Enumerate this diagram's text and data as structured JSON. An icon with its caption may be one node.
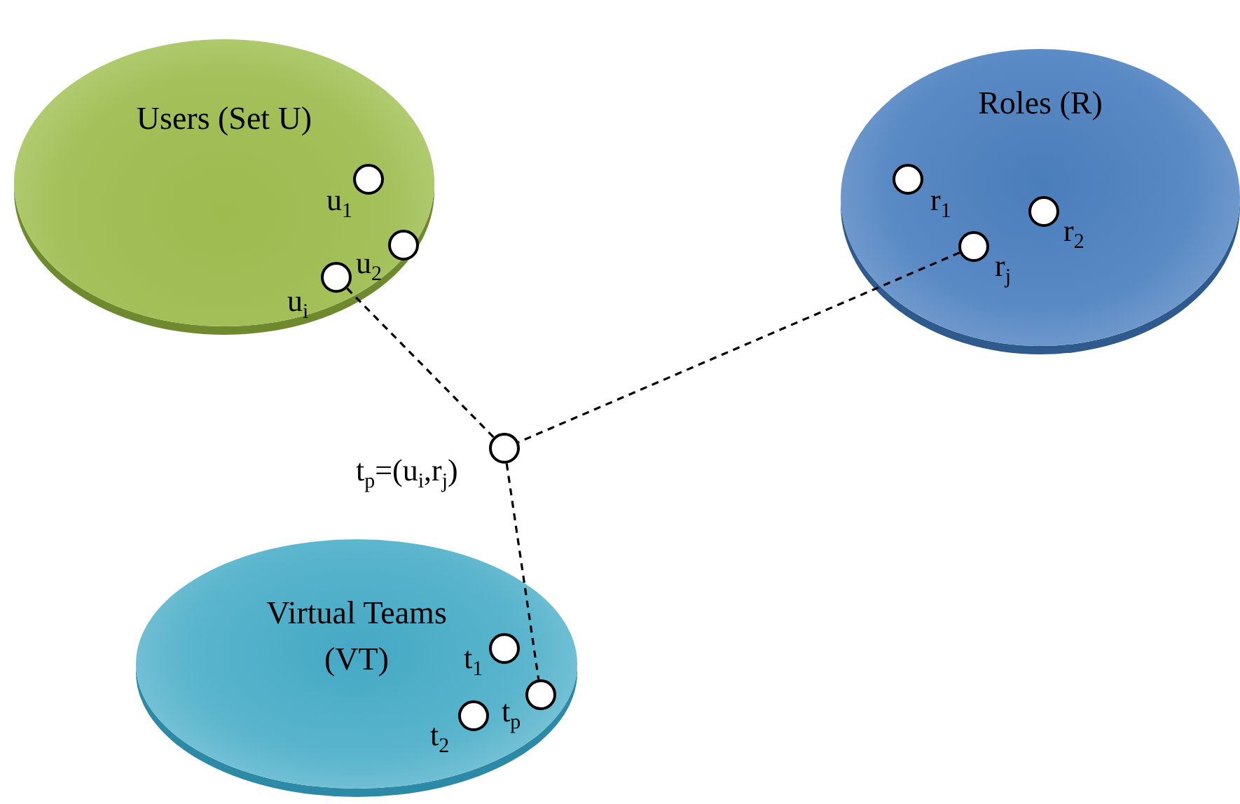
{
  "diagram": {
    "nodes": [
      {
        "text": [
          "Users (Set U)"
        ]
      },
      {
        "text": [],
        "shape": "circle",
        "in": 0,
        "beside": [
          "u$_{1}$"
        ]
      },
      {
        "text": [],
        "shape": "circle",
        "in": 0,
        "beside": [
          "u$_{2}$"
        ]
      },
      {
        "text": [],
        "shape": "circle",
        "in": 0,
        "beside": [
          "u$_{i}$"
        ]
      },
      {
        "text": [
          "Roles (R)"
        ]
      },
      {
        "text": [],
        "shape": "circle",
        "in": 4,
        "beside": [
          "r$_{1}$"
        ]
      },
      {
        "text": [],
        "shape": "circle",
        "in": 4,
        "beside": [
          "r$_{2}$"
        ]
      },
      {
        "text": [],
        "shape": "circle",
        "in": 4,
        "beside": [
          "r$_{j}$"
        ]
      },
      {
        "text": [],
        "shape": "circle",
        "beside": [
          "t$_{p}$=(u$_{i}$,r$_{j}$)"
        ]
      },
      {
        "text": [
          "Virtual Teams (VT)"
        ]
      },
      {
        "text": [],
        "shape": "circle",
        "in": 9,
        "beside": [
          "t$_{1}$"
        ]
      },
      {
        "text": [],
        "shape": "circle",
        "in": 9,
        "beside": [
          "t$_{2}$"
        ]
      },
      {
        "text": [],
        "shape": "circle",
        "in": 9,
        "beside": [
          "t$_{p}$"
        ]
      }
    ],
    "edges": [
      {
        "from": 3,
        "to": 8,
        "arrow": "none",
        "style": "dashed"
      },
      {
        "from": 7,
        "to": 8,
        "arrow": "none",
        "style": "dashed"
      },
      {
        "from": 8,
        "to": 12,
        "arrow": "none",
        "style": "dashed"
      }
    ]
  }
}
